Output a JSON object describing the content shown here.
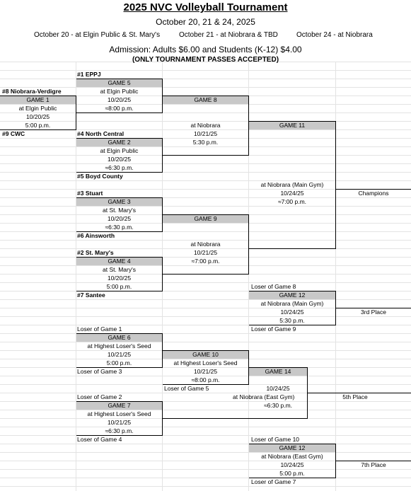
{
  "header": {
    "title": "2025 NVC Volleyball Tournament",
    "dates": "October 20, 21 & 24, 2025",
    "sites_oct20": "October 20 - at Elgin Public & St. Mary's",
    "sites_oct21": "October 21 - at Niobrara & TBD",
    "sites_oct24": "October 24 - at Niobrara",
    "admission": "Admission:  Adults $6.00 and Students (K-12) $4.00",
    "passes_note": "(ONLY TOURNAMENT PASSES ACCEPTED)"
  },
  "seeds": {
    "s1": "#1 EPPJ",
    "s8": "#8 Niobrara-Verdigre",
    "s9": "#9 CWC",
    "s4": "#4 North Central",
    "s5": "#5 Boyd County",
    "s3": "#3 Stuart",
    "s6": "#6 Ainsworth",
    "s2": "#2 St. Mary's",
    "s7": "#7 Santee"
  },
  "games": {
    "g1": {
      "label": "GAME 1",
      "site": "at Elgin Public",
      "date": "10/20/25",
      "time": "5:00 p.m."
    },
    "g5": {
      "label": "GAME 5",
      "site": "at Elgin Public",
      "date": "10/20/25",
      "time": "≈8:00 p.m."
    },
    "g2": {
      "label": "GAME 2",
      "site": "at Elgin Public",
      "date": "10/20/25",
      "time": "≈6:30 p.m."
    },
    "g3": {
      "label": "GAME 3",
      "site": "at St. Mary's",
      "date": "10/20/25",
      "time": "≈6:30 p.m."
    },
    "g4": {
      "label": "GAME 4",
      "site": "at St. Mary's",
      "date": "10/20/25",
      "time": "5:00 p.m."
    },
    "g8": {
      "label": "GAME 8",
      "site": "at Niobrara",
      "date": "10/21/25",
      "time": "5:30 p.m."
    },
    "g9": {
      "label": "GAME 9",
      "site": "at Niobrara",
      "date": "10/21/25",
      "time": "≈7:00 p.m."
    },
    "g11": {
      "label": "GAME 11",
      "site": "at Niobrara (Main Gym)",
      "date": "10/24/25",
      "time": "≈7:00 p.m."
    },
    "g12a": {
      "label": "GAME 12",
      "site": "at Niobrara (Main Gym)",
      "date": "10/24/25",
      "time": "5:30 p.m."
    },
    "g6": {
      "label": "GAME 6",
      "site": "at Highest Loser's Seed",
      "date": "10/21/25",
      "time": "5:00 p.m."
    },
    "g10": {
      "label": "GAME 10",
      "site": "at Highest Loser's Seed",
      "date": "10/21/25",
      "time": "≈8:00 p.m."
    },
    "g7": {
      "label": "GAME 7",
      "site": "at Highest Loser's Seed",
      "date": "10/21/25",
      "time": "≈6:30 p.m."
    },
    "g14": {
      "label": "GAME 14",
      "site": "at Niobrara (East Gym)",
      "date": "10/24/25",
      "time": "≈6:30 p.m."
    },
    "g12b": {
      "label": "GAME 12",
      "site": "at Niobrara (East Gym)",
      "date": "10/24/25",
      "time": "5:00 p.m."
    }
  },
  "losers": {
    "l8": "Loser of Game 8",
    "l9": "Loser of Game 9",
    "l1": "Loser of Game 1",
    "l3": "Loser of Game 3",
    "l5": "Loser of Game 5",
    "l2": "Loser of Game 2",
    "l4": "Loser of Game 4",
    "l10": "Loser of Game 10",
    "l7": "Loser of Game 7"
  },
  "places": {
    "champions": "Champions",
    "third": "3rd Place",
    "fifth": "5th Place",
    "seventh": "7th Place"
  }
}
